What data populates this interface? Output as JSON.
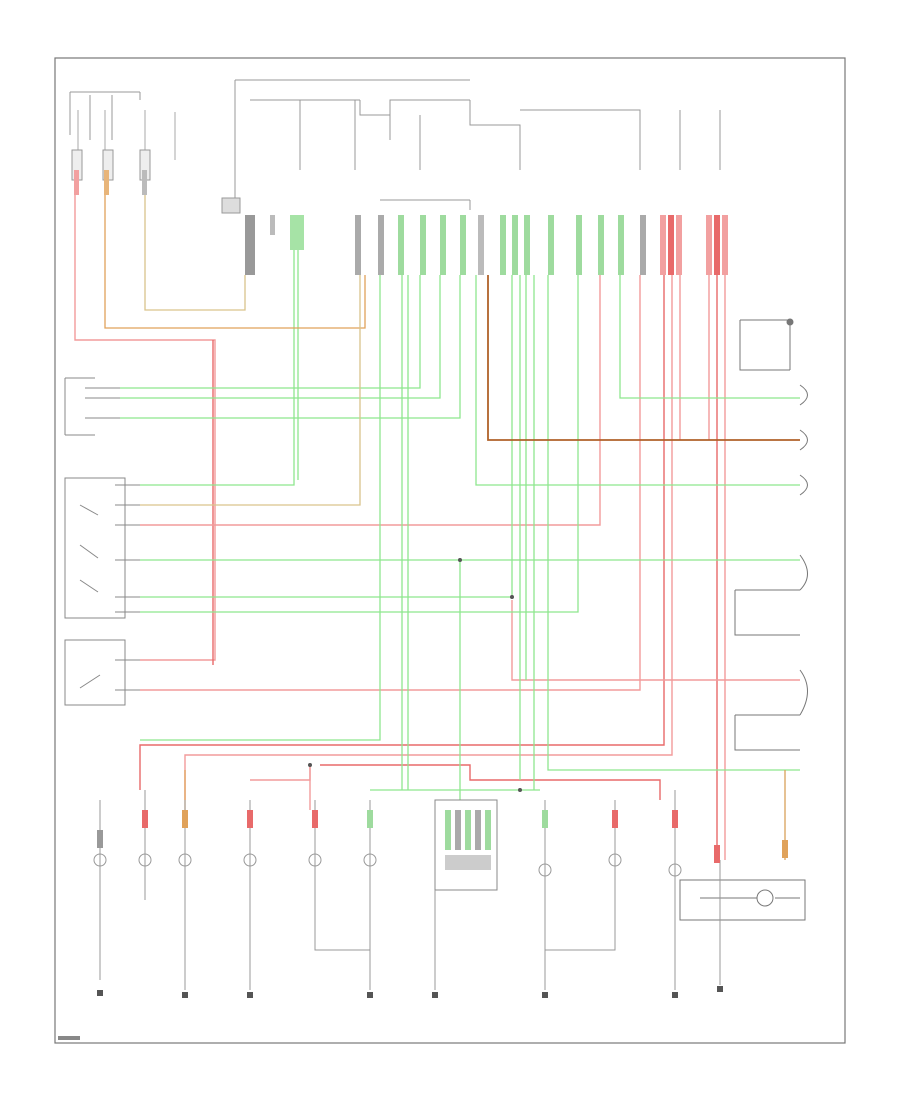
{
  "diagram": {
    "title": "",
    "description_labels_legible": false
  },
  "colors": {
    "frame": "#777777",
    "wire_neutral": "#999999",
    "wire_green": "#8ee68e",
    "wire_pink": "#f29b9b",
    "wire_red": "#e86a6a",
    "wire_orange": "#e0a25a",
    "wire_tan": "#d9c48c",
    "wire_brown": "#b0622a",
    "connector_fill": "#888888",
    "ground": "#555555"
  },
  "components": {
    "top_left_fuse_block": "fuse-block",
    "center_relay": "relay",
    "left_switch_upper": "switch",
    "left_switch_middle": "switch",
    "left_switch_lower": "switch",
    "right_modules": [
      "module-1",
      "module-2",
      "module-3",
      "module-4",
      "module-5"
    ],
    "bottom_devices": [
      "lamp-1",
      "lamp-2",
      "lamp-3",
      "lamp-4",
      "lamp-5",
      "lamp-6",
      "connector-block",
      "lamp-7",
      "lamp-8",
      "lamp-9",
      "lamp-10"
    ]
  }
}
